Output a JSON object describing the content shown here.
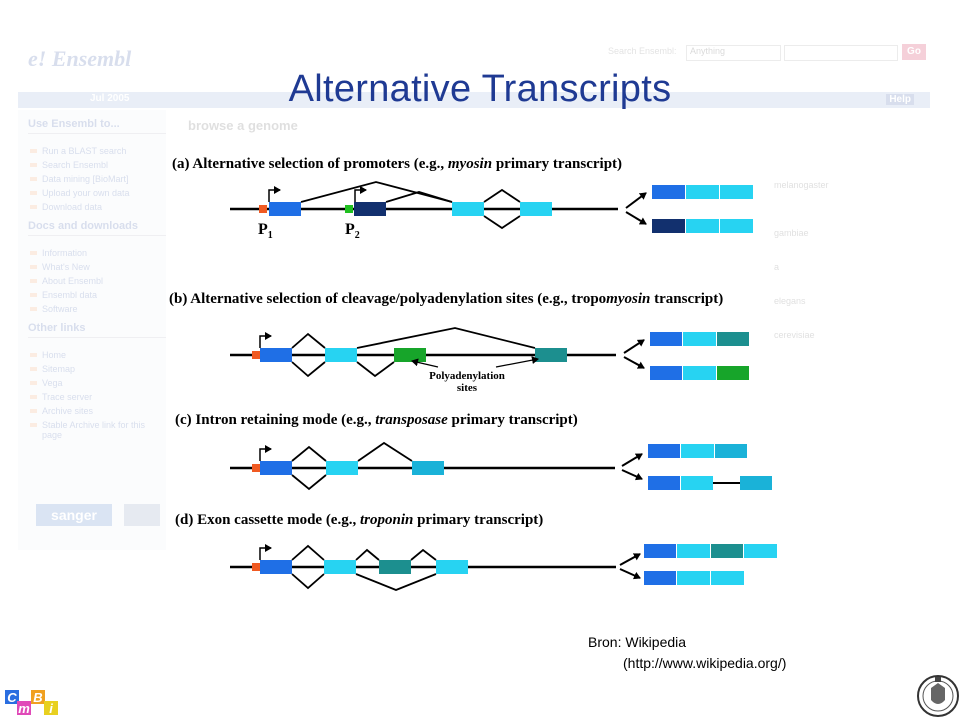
{
  "slide": {
    "title": "Alternative Transcripts",
    "source_line1": "Bron: Wikipedia",
    "source_line2": "(http://www.wikipedia.org/)"
  },
  "background_page": {
    "logo": "e! Ensembl",
    "date": "Jul 2005",
    "help": "Help",
    "search_label": "Search Ensembl:",
    "search_select": "Anything",
    "go": "Go",
    "browse_heading": "browse a genome",
    "sidebar": {
      "heading1": "Use Ensembl to...",
      "links1": [
        "Run a BLAST search",
        "Search Ensembl",
        "Data mining [BioMart]",
        "Upload your own data",
        "Download data"
      ],
      "heading2": "Docs and downloads",
      "links2": [
        "Information",
        "What's New",
        "About Ensembl",
        "Ensembl data",
        "Software"
      ],
      "heading3": "Other links",
      "links3": [
        "Home",
        "Sitemap",
        "Vega",
        "Trace server",
        "Archive sites",
        "Stable Archive link for this page"
      ]
    },
    "sponsor": "sanger",
    "genomes": [
      "melanogaster",
      "gambiae",
      "a",
      "elegans",
      "cerevisiae"
    ]
  },
  "panels": [
    {
      "label": "(a) Alternative selection of promoters (e.g., ",
      "italic": "myosin",
      "suffix": " primary transcript)",
      "p1_letter": "P",
      "p1_sub": "1",
      "p2_letter": "P",
      "p2_sub": "2"
    },
    {
      "label": "(b) Alternative selection of cleavage/polyadenylation sites (e.g., tropo",
      "italic": "myosin",
      "suffix": " transcript)",
      "note_line1": "Polyadenylation",
      "note_line2": "sites"
    },
    {
      "label": "(c) Intron retaining mode (e.g., ",
      "italic": "transposase",
      "suffix": " primary transcript)"
    },
    {
      "label": "(d) Exon cassette mode (e.g., ",
      "italic": "troponin",
      "suffix": " primary transcript)"
    }
  ],
  "colors": {
    "title": "#1f3a93",
    "exon_blue": "#1f6fe6",
    "exon_navy": "#12306e",
    "exon_cyan": "#27d3f2",
    "exon_teal": "#1c8f8f",
    "exon_green": "#17a52a",
    "exon_turquoise": "#1ab2d8",
    "promoter_orange": "#f05a22",
    "promoter_green": "#20c020"
  },
  "logos": {
    "cmbi": [
      "C",
      "m",
      "B",
      "i"
    ]
  }
}
